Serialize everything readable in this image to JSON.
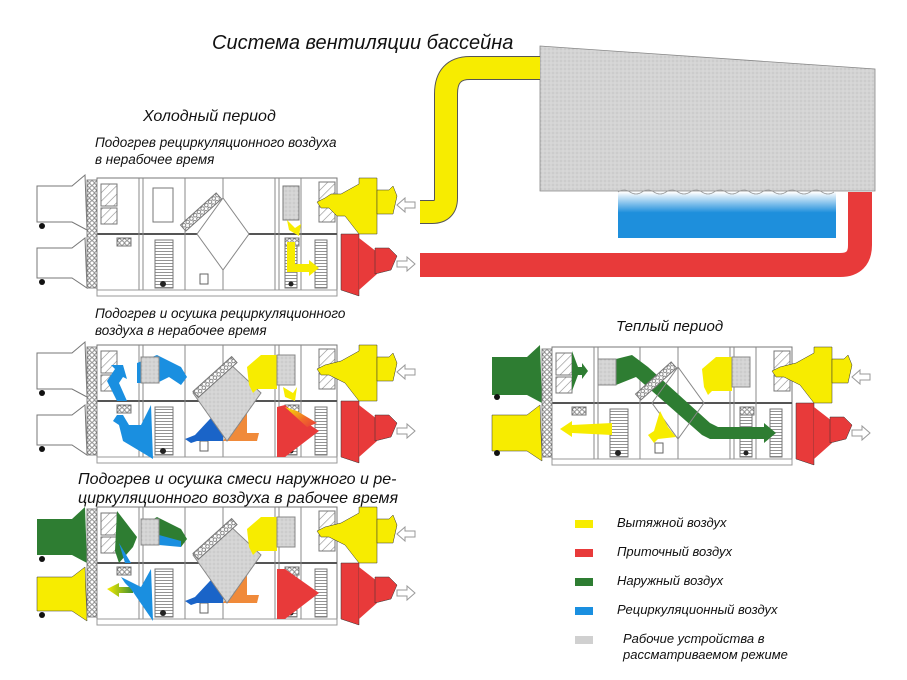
{
  "title": "Система вентиляции бассейна",
  "cold_period": {
    "title": "Холодный период",
    "schemes": [
      {
        "caption_lines": [
          "Подогрев рециркуляционного воздуха",
          "в нерабочее время"
        ]
      },
      {
        "caption_lines": [
          "Подогрев и осушка рециркуляционного",
          "воздуха в нерабочее время"
        ]
      },
      {
        "caption_lines": [
          "Подогрев и осушка смеси наружного и ре-",
          "циркуляционного воздуха в рабочее время"
        ]
      }
    ]
  },
  "warm_period": {
    "title": "Теплый период"
  },
  "colors": {
    "exhaust": "#f7ec00",
    "supply": "#e83a3a",
    "outdoor": "#2e7d32",
    "recirculation": "#1a8fe0",
    "devices": "#cfcfcf",
    "pool_water": "#1e8fdc",
    "pre_heat": "#f08a3a"
  },
  "legend": [
    {
      "key": "exhaust",
      "label": "Вытяжной воздух",
      "color": "#f7ec00"
    },
    {
      "key": "supply",
      "label": "Приточный воздух",
      "color": "#e83a3a"
    },
    {
      "key": "outdoor",
      "label": "Наружный воздух",
      "color": "#2e7d32"
    },
    {
      "key": "recirculation",
      "label": "Рециркуляционный воздух",
      "color": "#1a8fe0"
    },
    {
      "key": "devices",
      "label_lines": [
        "Рабочие устройства в",
        "рассматриваемом режиме"
      ],
      "color": "#d0d0d0"
    }
  ]
}
